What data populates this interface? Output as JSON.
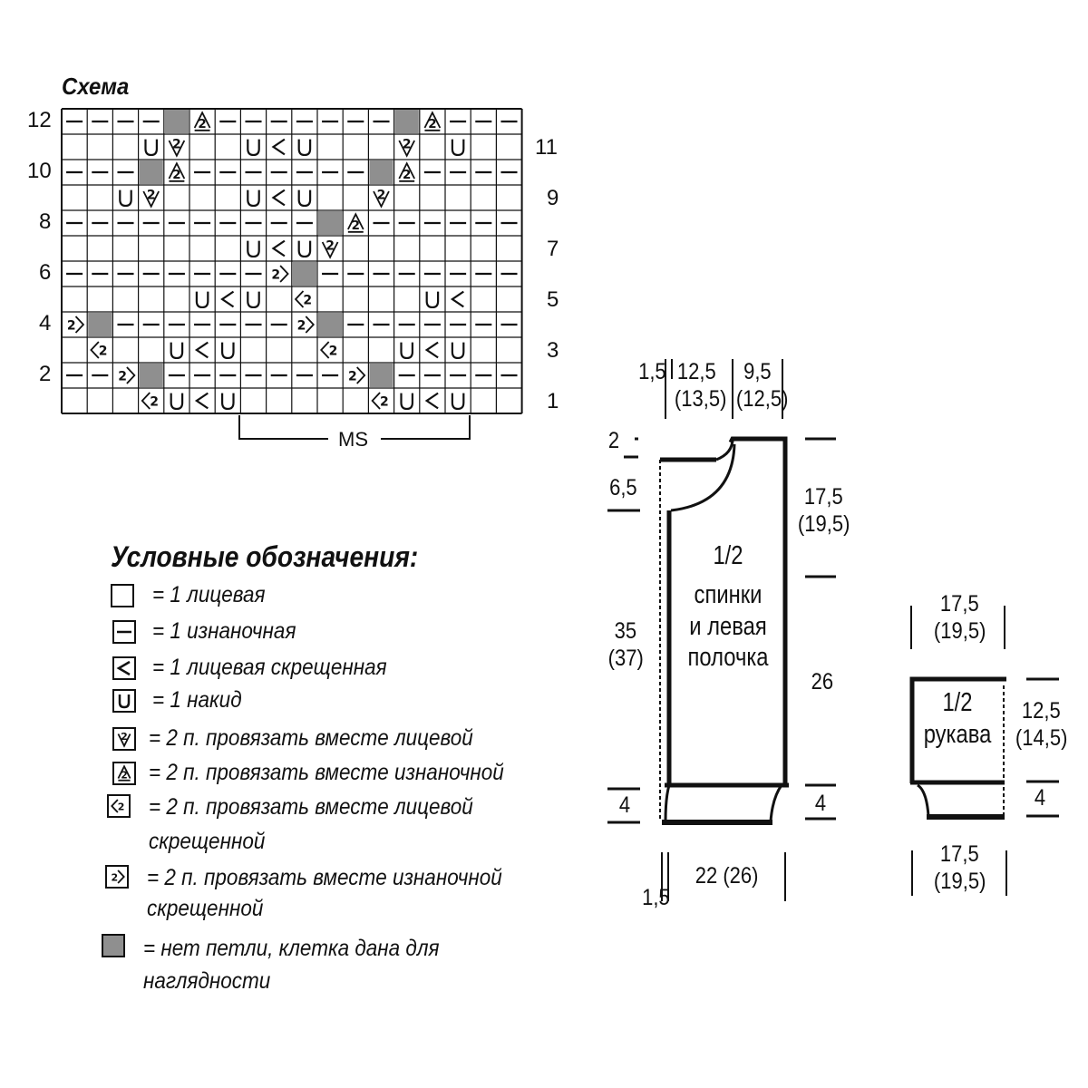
{
  "chart": {
    "title": "Схема",
    "row_numbers_left": [
      "12",
      "10",
      "8",
      "6",
      "4",
      "2"
    ],
    "row_numbers_right": [
      "11",
      "9",
      "7",
      "5",
      "3",
      "1"
    ],
    "repeat_label": "MS",
    "symbols": {
      "knit": "",
      "purl": "—",
      "knit_tbl": "<",
      "yo": "U",
      "k2tog": "k2tog",
      "p2tog": "p2tog",
      "k2tog_tbl": "k2tog_tbl",
      "p2tog_tbl": "p2tog_tbl",
      "no_stitch": "grey"
    },
    "rows": [
      [
        "P",
        "P",
        "P",
        "P",
        "G",
        "P2",
        "P",
        "P",
        "P",
        "P",
        "P",
        "P",
        "P",
        "G",
        "P2",
        "P",
        "P",
        "P"
      ],
      [
        "K",
        "K",
        "K",
        "U",
        "K2",
        "K",
        "K",
        "U",
        "L",
        "U",
        "K",
        "K",
        "K",
        "K2",
        "K",
        "U",
        "K",
        "K"
      ],
      [
        "P",
        "P",
        "P",
        "G",
        "P2",
        "P",
        "P",
        "P",
        "P",
        "P",
        "P",
        "P",
        "G",
        "P2",
        "P",
        "P",
        "P",
        "P"
      ],
      [
        "K",
        "K",
        "U",
        "K2",
        "K",
        "K",
        "K",
        "U",
        "L",
        "U",
        "K",
        "K",
        "K2",
        "K",
        "K",
        "K",
        "K",
        "K"
      ],
      [
        "P",
        "P",
        "P",
        "P",
        "P",
        "P",
        "P",
        "P",
        "P",
        "P",
        "G",
        "P2",
        "P",
        "P",
        "P",
        "P",
        "P",
        "P"
      ],
      [
        "K",
        "K",
        "K",
        "K",
        "K",
        "K",
        "K",
        "U",
        "L",
        "U",
        "K2",
        "K",
        "K",
        "K",
        "K",
        "K",
        "K",
        "K"
      ],
      [
        "P",
        "P",
        "P",
        "P",
        "P",
        "P",
        "P",
        "P",
        "PT",
        "G",
        "P",
        "P",
        "P",
        "P",
        "P",
        "P",
        "P",
        "P"
      ],
      [
        "K",
        "K",
        "K",
        "K",
        "K",
        "U",
        "L",
        "U",
        "K",
        "KT",
        "K",
        "K",
        "K",
        "K",
        "U",
        "L",
        "K",
        "K"
      ],
      [
        "PT",
        "G",
        "P",
        "P",
        "P",
        "P",
        "P",
        "P",
        "P",
        "PT",
        "G",
        "P",
        "P",
        "P",
        "P",
        "P",
        "P",
        "P"
      ],
      [
        "K",
        "KT",
        "K",
        "K",
        "U",
        "L",
        "U",
        "K",
        "K",
        "K",
        "KT",
        "K",
        "K",
        "U",
        "L",
        "U",
        "K",
        "K"
      ],
      [
        "P",
        "P",
        "PT",
        "G",
        "P",
        "P",
        "P",
        "P",
        "P",
        "P",
        "P",
        "PT",
        "G",
        "P",
        "P",
        "P",
        "P",
        "P"
      ],
      [
        "K",
        "K",
        "K",
        "KT",
        "U",
        "L",
        "U",
        "K",
        "K",
        "K",
        "K",
        "K",
        "KT",
        "U",
        "L",
        "U",
        "K",
        "K"
      ]
    ]
  },
  "legend": {
    "title": "Условные обозначения:",
    "items": [
      {
        "icon": "empty-square-icon",
        "text": "= 1 лицевая"
      },
      {
        "icon": "dash-icon",
        "text": "= 1 изнаночная"
      },
      {
        "icon": "less-than-icon",
        "text": "= 1 лицевая скрещенная"
      },
      {
        "icon": "u-icon",
        "text": "= 1 накид"
      },
      {
        "icon": "k2tog-icon",
        "text": "= 2 п. провязать вместе лицевой"
      },
      {
        "icon": "p2tog-icon",
        "text": "= 2 п. провязать вместе изнаночной"
      },
      {
        "icon": "k2tog-tbl-icon",
        "text": "= 2 п. провязать вместе лицевой",
        "text2": "скрещенной"
      },
      {
        "icon": "p2tog-tbl-icon",
        "text": "= 2 п. провязать вместе изнаночной",
        "text2": "скрещенной"
      },
      {
        "icon": "grey-square-icon",
        "text": "= нет петли, клетка дана для",
        "text2": "наглядности"
      }
    ]
  },
  "back_pattern": {
    "label_lines": [
      "1/2",
      "спинки",
      "и левая",
      "полочка"
    ],
    "top_dims": [
      "1,5",
      "12,5",
      "(13,5)",
      "9,5",
      "(12,5)"
    ],
    "left_dims": [
      "2",
      "6,5",
      "35",
      "(37)",
      "4"
    ],
    "right_dims": [
      "17,5",
      "(19,5)",
      "26",
      "4"
    ],
    "bottom_dims": [
      "1,5",
      "22 (26)"
    ]
  },
  "sleeve_pattern": {
    "label_lines": [
      "1/2",
      "рукава"
    ],
    "top_dims": [
      "17,5",
      "(19,5)"
    ],
    "right_dims": [
      "12,5",
      "(14,5)",
      "4"
    ],
    "bottom_dims": [
      "17,5",
      "(19,5)"
    ]
  },
  "colors": {
    "ink": "#111111",
    "grey_cell": "#8f8f8f"
  }
}
